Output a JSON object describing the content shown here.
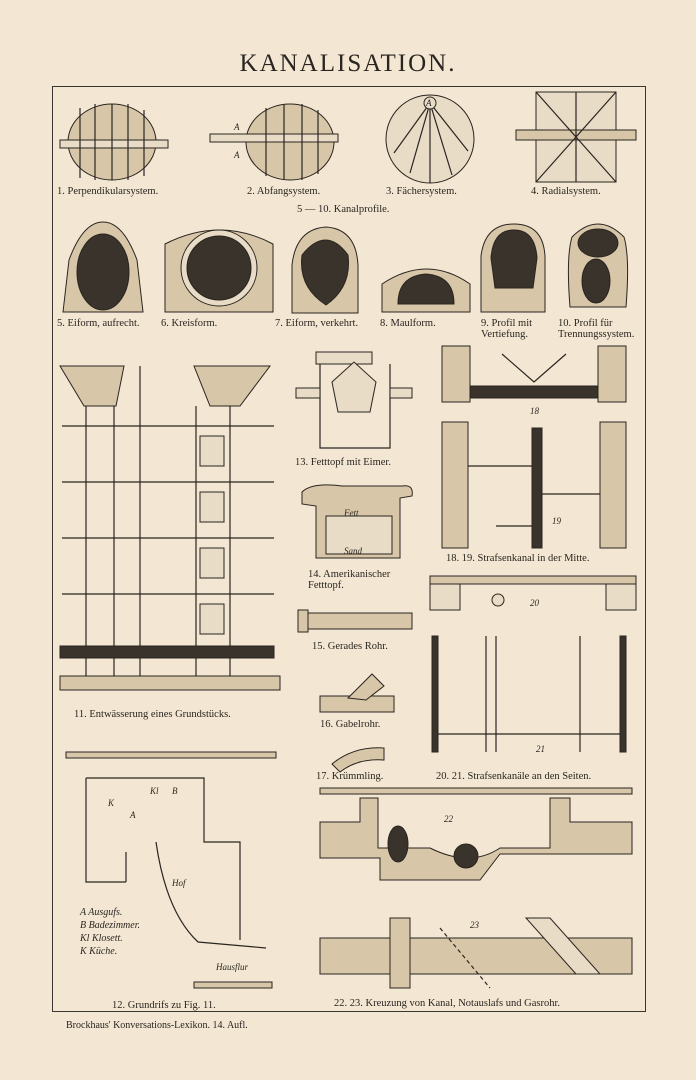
{
  "title": "KANALISATION.",
  "captions": {
    "c1": "1. Perpendikularsystem.",
    "c2": "2. Abfangsystem.",
    "c3": "3. Fächersystem.",
    "c4": "4. Radialsystem.",
    "c5_10": "5 — 10. Kanalprofile.",
    "c5": "5. Eiform, aufrecht.",
    "c6": "6. Kreisform.",
    "c7": "7. Eiform, verkehrt.",
    "c8": "8. Maulform.",
    "c9": "9. Profil mit Vertiefung.",
    "c10": "10. Profil für Trennungssystem.",
    "c11": "11. Entwässerung eines Grundstücks.",
    "c12": "12. Grundrifs zu Fig. 11.",
    "c13": "13. Fetttopf mit Eimer.",
    "c14": "14. Amerikanischer Fetttopf.",
    "c15": "15. Gerades Rohr.",
    "c16": "16. Gabelrohr.",
    "c17": "17. Krümmling.",
    "c18_19": "18. 19. Strafsenkanal in der Mitte.",
    "c20_21": "20. 21. Strafsenkanäle an den Seiten.",
    "c22_23": "22. 23. Kreuzung von Kanal, Notauslafs und Gasrohr."
  },
  "legend": [
    "A  Ausgufs.",
    "B  Badezimmer.",
    "Kl  Klosett.",
    "K  Küche."
  ],
  "plan_labels": {
    "hof": "Hof",
    "hausflur": "Hausflur"
  },
  "fig_labels": {
    "fett": "Fett",
    "sand": "Sand",
    "n18": "18",
    "n19": "19",
    "n20": "20",
    "n21": "21",
    "n22": "22",
    "n23": "23"
  },
  "footer": "Brockhaus' Konversations-Lexikon.  14. Aufl."
}
